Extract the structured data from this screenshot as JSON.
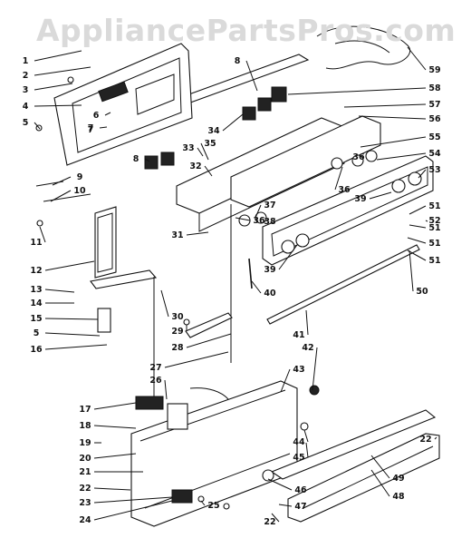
{
  "watermark": "AppliancePartsPros.com",
  "callouts": [
    "1",
    "2",
    "3",
    "4",
    "5",
    "6",
    "7",
    "8",
    "9",
    "10",
    "11",
    "12",
    "13",
    "14",
    "15",
    "5",
    "16",
    "17",
    "18",
    "19",
    "20",
    "21",
    "22",
    "23",
    "24",
    "25",
    "26",
    "27",
    "28",
    "29",
    "30",
    "31",
    "32",
    "33",
    "34",
    "35",
    "36",
    "37",
    "38",
    "39",
    "40",
    "41",
    "42",
    "43",
    "44",
    "45",
    "46",
    "47",
    "22",
    "48",
    "49",
    "22",
    "50",
    "51",
    "51",
    "51",
    "51",
    "52",
    "53",
    "54",
    "55",
    "56",
    "57",
    "58",
    "59",
    "36",
    "39",
    "36",
    "7",
    "8"
  ]
}
